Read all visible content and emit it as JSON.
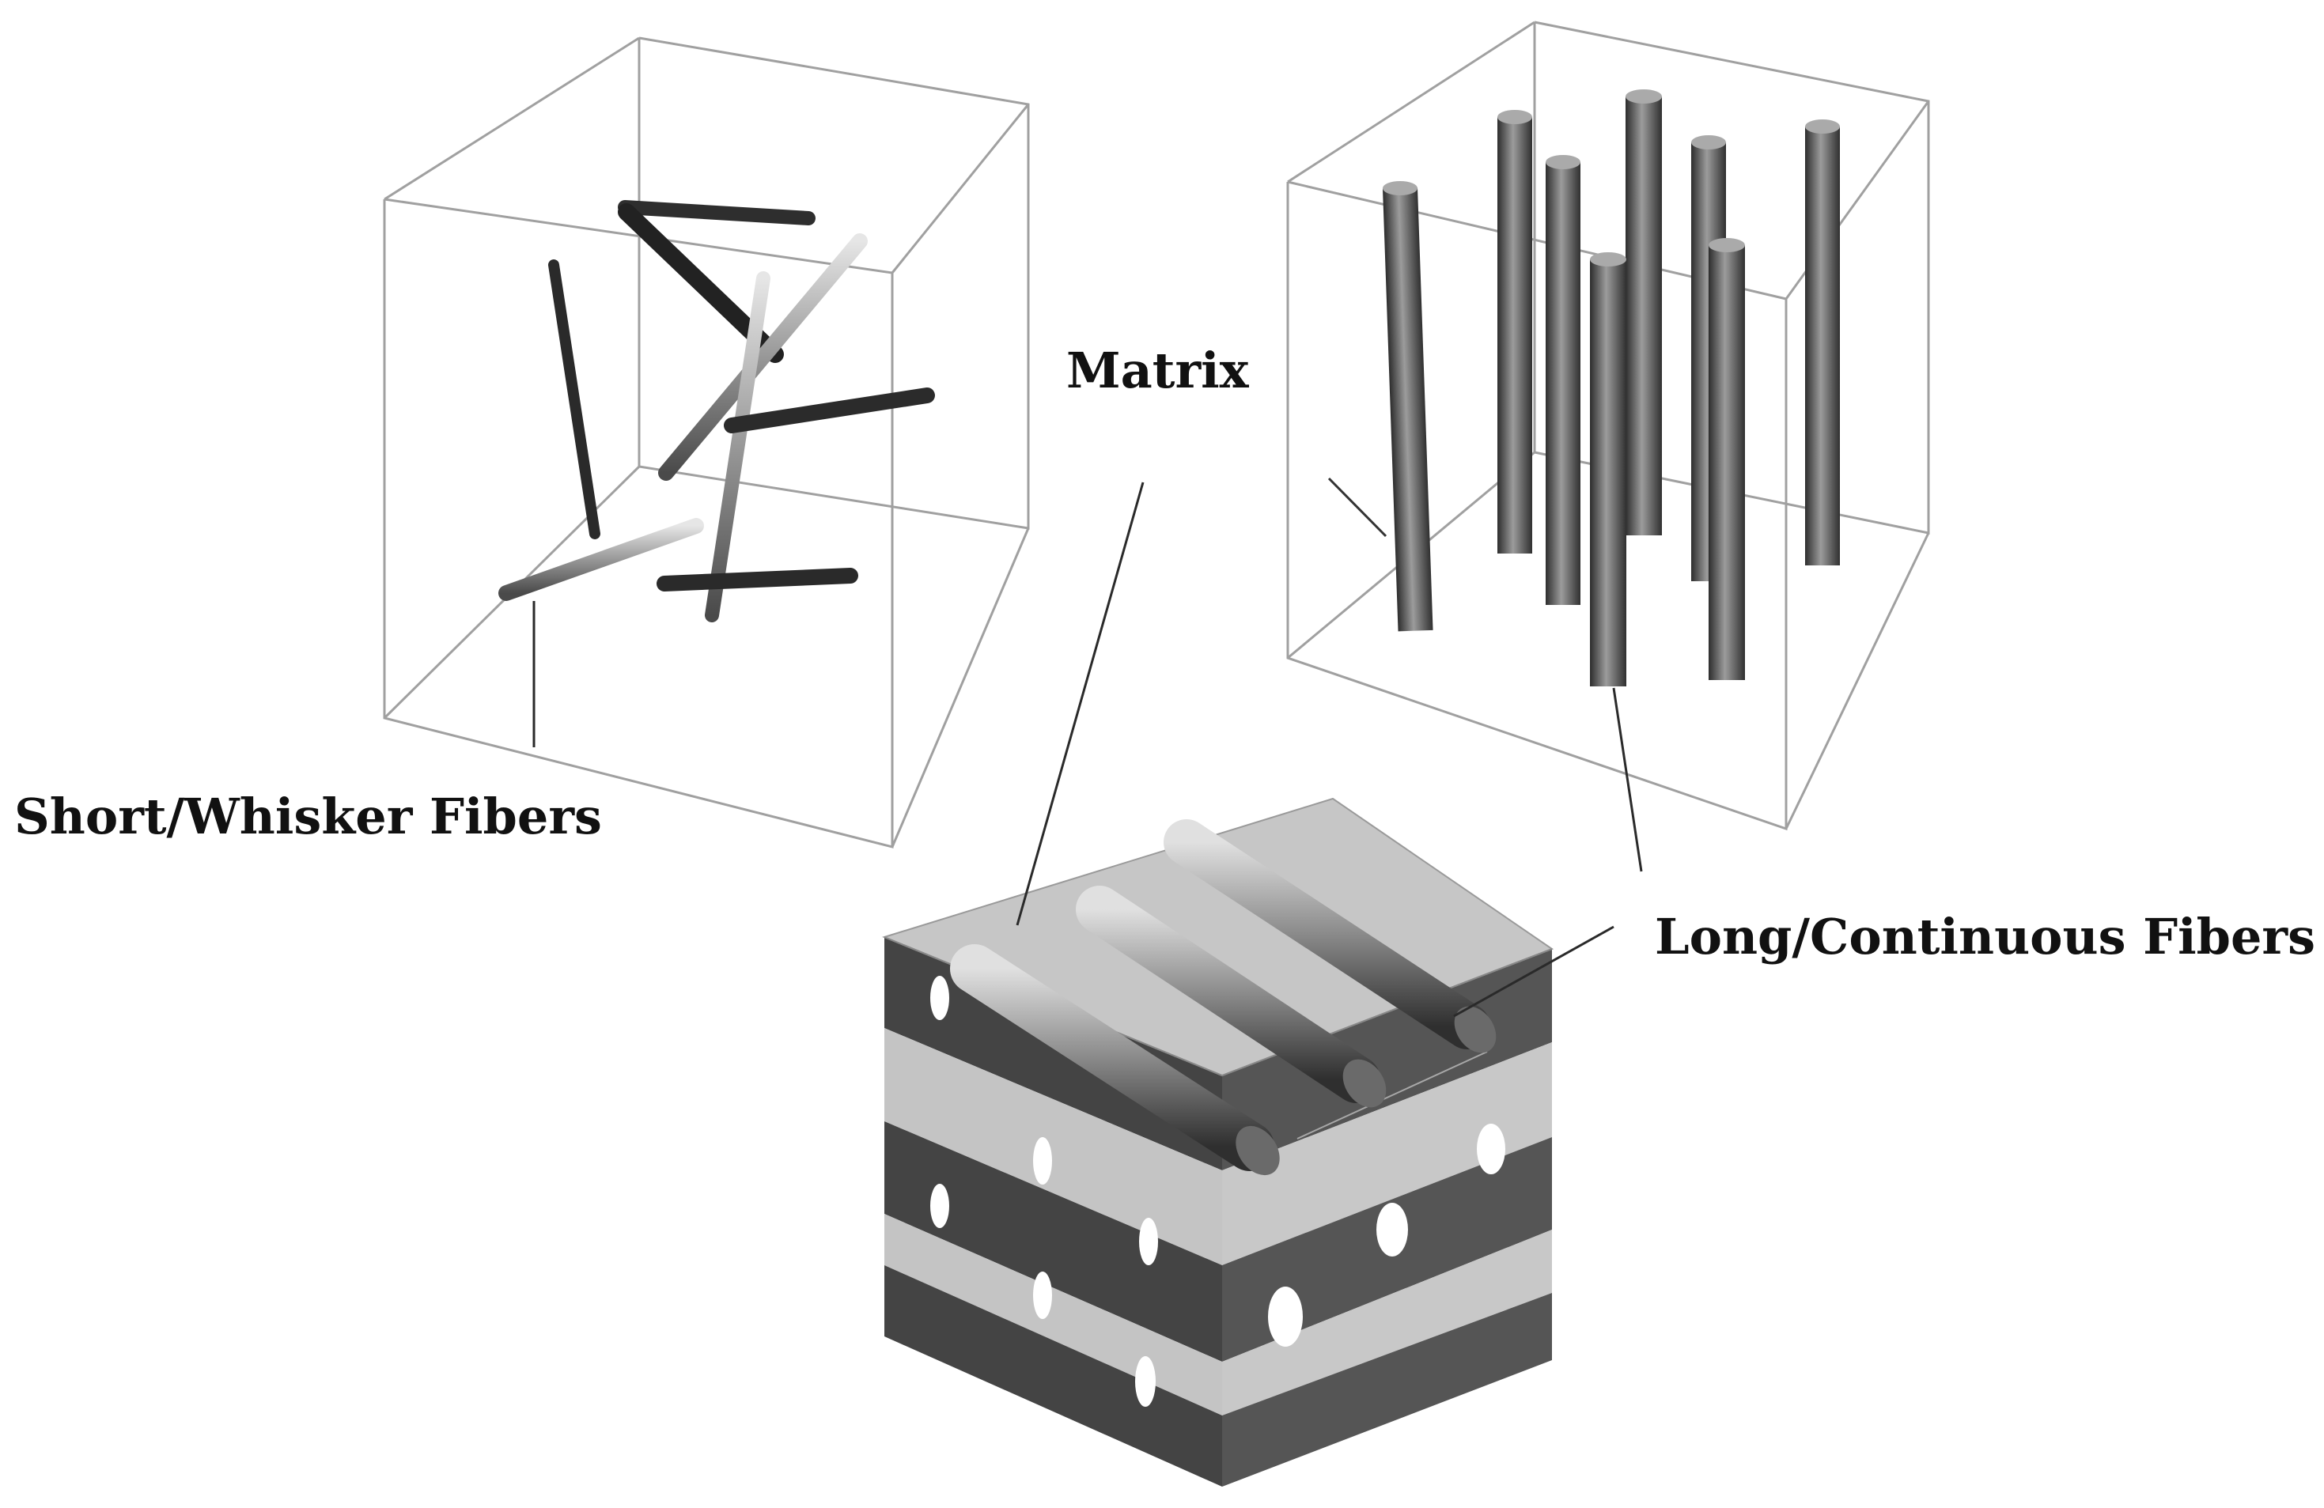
{
  "labels": {
    "matrix": "Matrix",
    "short_fibers": "Short/Whisker Fibers",
    "long_fibers": "Long/Continuous Fibers"
  },
  "colors": {
    "box_outline": "#9a9a9a",
    "fiber_dark": "#3a3a3a",
    "fiber_light": "#bdbdbd",
    "matrix_layer": "#c4c4c4",
    "fiber_layer": "#555555",
    "leader_line": "#333333"
  }
}
